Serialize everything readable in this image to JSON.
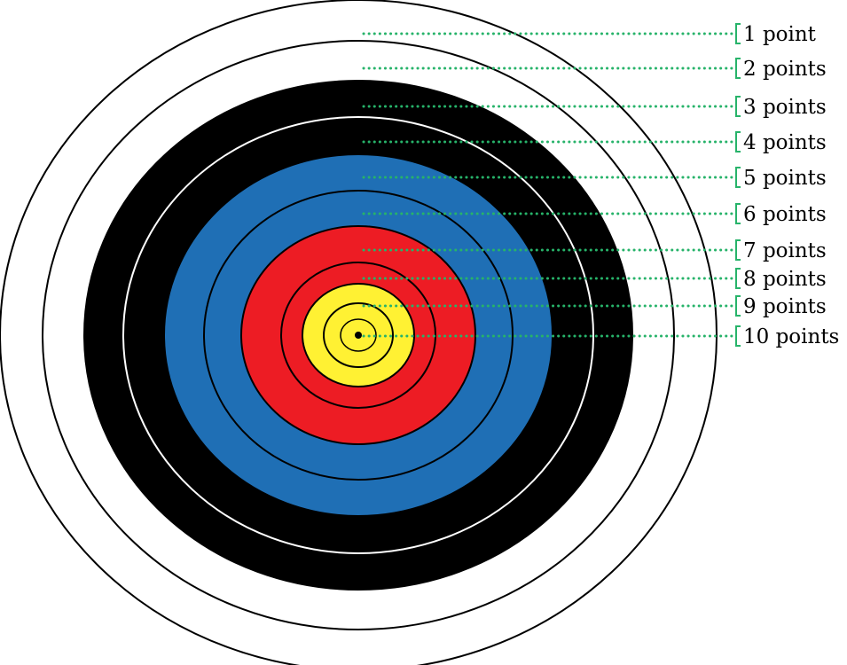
{
  "colors": {
    "white": "#ffffff",
    "black": "#000000",
    "blue": "#1f6fb5",
    "red": "#ed1c24",
    "yellow": "#fff133",
    "leader": "#27b36a",
    "ring_line": "#000000",
    "ring_line_on_black": "#ffffff"
  },
  "rings": [
    {
      "points": 1,
      "color_key": "white"
    },
    {
      "points": 2,
      "color_key": "white"
    },
    {
      "points": 3,
      "color_key": "black"
    },
    {
      "points": 4,
      "color_key": "black"
    },
    {
      "points": 5,
      "color_key": "blue"
    },
    {
      "points": 6,
      "color_key": "blue"
    },
    {
      "points": 7,
      "color_key": "red"
    },
    {
      "points": 8,
      "color_key": "red"
    },
    {
      "points": 9,
      "color_key": "yellow"
    },
    {
      "points": 10,
      "color_key": "yellow"
    }
  ],
  "labels": [
    "1 point",
    "2 points",
    "3 points",
    "4 points",
    "5 points",
    "6 points",
    "7 points",
    "8 points",
    "9 points",
    "10 points"
  ]
}
